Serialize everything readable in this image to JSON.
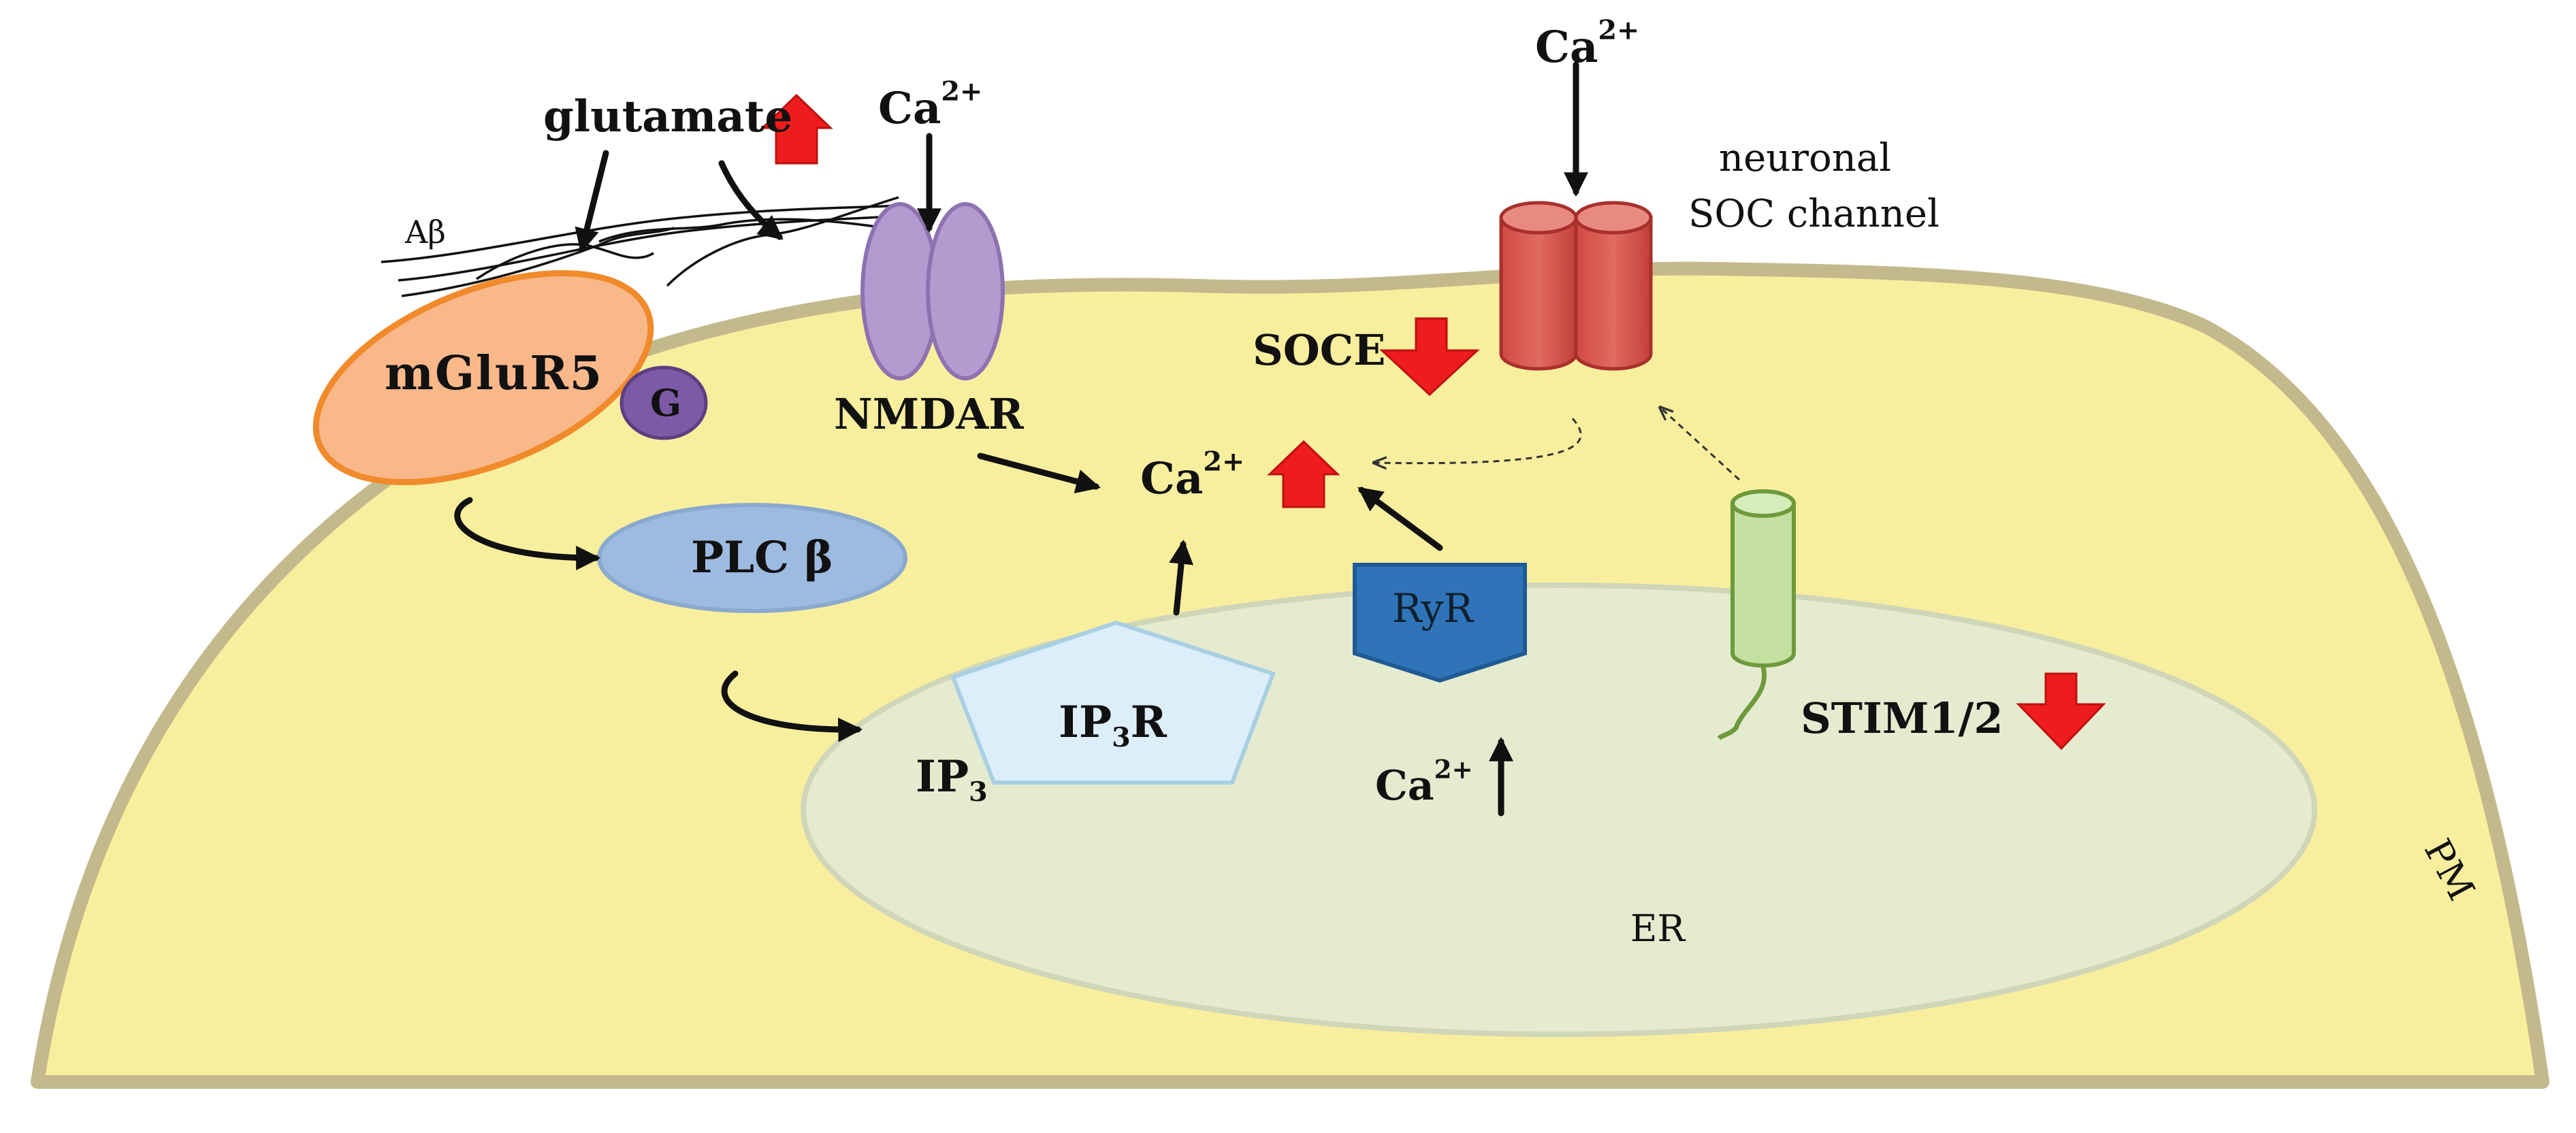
{
  "labels": {
    "glutamate": "glutamate",
    "abeta": "Aβ",
    "ca_top_left": {
      "base": "Ca",
      "sup": "2+"
    },
    "ca_top_right": {
      "base": "Ca",
      "sup": "2+"
    },
    "soc_channel": {
      "line1": "neuronal",
      "line2": "SOC channel"
    },
    "mglur5": "mGluR5",
    "g_protein": "G",
    "nmdar": "NMDAR",
    "soce": "SOCE",
    "ca_cytosol": {
      "base": "Ca",
      "sup": "2+"
    },
    "plcb": "PLC β",
    "ryr": "RyR",
    "ip3r": {
      "base": "IP",
      "sub": "3",
      "tail": "R"
    },
    "ip3": {
      "base": "IP",
      "sub": "3"
    },
    "stim": "STIM1/2",
    "ca_er": {
      "base": "Ca",
      "sup": "2+"
    },
    "er": "ER",
    "pm": "PM"
  },
  "colors": {
    "cytoplasm": "#f8ef9e",
    "membrane": "#c4b98c",
    "er": "#e5ebcf",
    "mglur5": "#f9b88a",
    "mglur5_border": "#f08a2b",
    "g_protein": "#7d5aa6",
    "nmdar": "#b59ad0",
    "plcb": "#9dbbe1",
    "ryr": "#2f74b8",
    "ip3r": "#dceefa",
    "soc_channel": "#d9534f",
    "stim": "#c3e0a0",
    "stim_border": "#6e9a3c",
    "indicator_arrow": "#ee1c1c"
  },
  "icons": [
    "up-red-arrow",
    "down-red-arrow"
  ]
}
